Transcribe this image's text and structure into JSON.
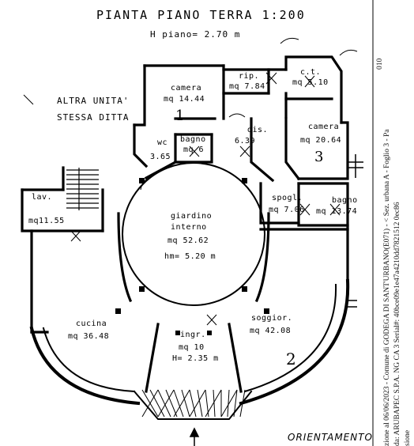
{
  "header": {
    "title": "PIANTA PIANO TERRA 1:200",
    "floor_height": "H piano= 2.70 m"
  },
  "labels": {
    "other_unit_line1": "ALTRA UNITA'",
    "other_unit_line2": "STESSA DITTA",
    "orientation": "ORIENTAMENTO"
  },
  "rooms": {
    "camera1": {
      "name": "camera",
      "area": "mq 14.44"
    },
    "rip": {
      "name": "rip.",
      "area": "mq 7.84"
    },
    "ct": {
      "name": "c.t.",
      "area": "mq 5.10"
    },
    "dis": {
      "name": "dis.",
      "area": "6.39"
    },
    "camera2": {
      "name": "camera",
      "area": "mq 20.64"
    },
    "bagno1": {
      "name": "bagno",
      "area": "mq 6"
    },
    "wc": {
      "name": "wc",
      "area": "3.65"
    },
    "lav": {
      "name": "lav.",
      "area": "mq11.55"
    },
    "giardino": {
      "name1": "giardino",
      "name2": "interno",
      "area": "mq 52.62",
      "height": "hm= 5.20 m"
    },
    "spogl": {
      "name": "spogl.",
      "area": "mq 7.06"
    },
    "bagno2": {
      "name": "bagno",
      "area": "mq 13.74"
    },
    "cucina": {
      "name": "cucina",
      "area": "mq 36.48"
    },
    "ingr": {
      "name": "ingr.",
      "area": "mq 10",
      "height": "H= 2.35 m"
    },
    "soggior": {
      "name": "soggior.",
      "area": "mq 42.08"
    }
  },
  "handwritten_numbers": {
    "n1": "1",
    "n2": "2",
    "n3": "3"
  },
  "side_stamp": {
    "line1": "zione al 06/06/2023 - Comune di GODEGA DI SANT'URBANO(E071) - < Sez. urbana A - Foglio 3 - Pa",
    "line2": "da: ARUBAPEC S.P.A. NG CA 3 Serial#: 40bce09e1e47a4210dd7821512 0ec86",
    "line3": "sione",
    "ref": "010"
  }
}
